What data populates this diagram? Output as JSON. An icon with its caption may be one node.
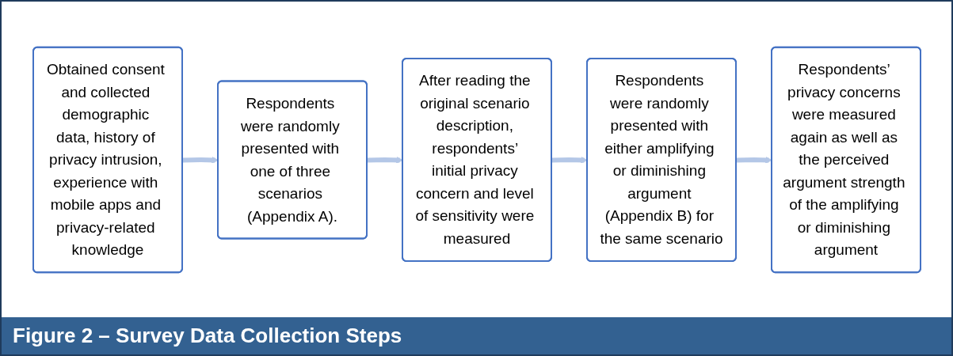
{
  "diagram": {
    "caption": "Figure 2 – Survey Data Collection Steps",
    "nodes": [
      {
        "text": [
          "Obtained consent and collected demographic data, history of privacy intrusion, experience with mobile apps and privacy-related knowledge"
        ]
      },
      {
        "text": [
          "Respondents were randomly presented with one of three scenarios (Appendix A)."
        ]
      },
      {
        "text": [
          "After reading the original scenario description, respondents’ initial privacy concern and level of sensitivity were measured"
        ]
      },
      {
        "text": [
          "Respondents were randomly presented with either amplifying or diminishing argument (Appendix B) for the same scenario"
        ]
      },
      {
        "text": [
          "Respondents’ privacy concerns were measured again as well as the perceived argument strength of the amplifying or diminishing argument"
        ]
      }
    ],
    "edges": [
      {
        "from": 0,
        "to": 1,
        "arrow": "to"
      },
      {
        "from": 1,
        "to": 2,
        "arrow": "to"
      },
      {
        "from": 2,
        "to": 3,
        "arrow": "to"
      },
      {
        "from": 3,
        "to": 4,
        "arrow": "to"
      }
    ]
  }
}
